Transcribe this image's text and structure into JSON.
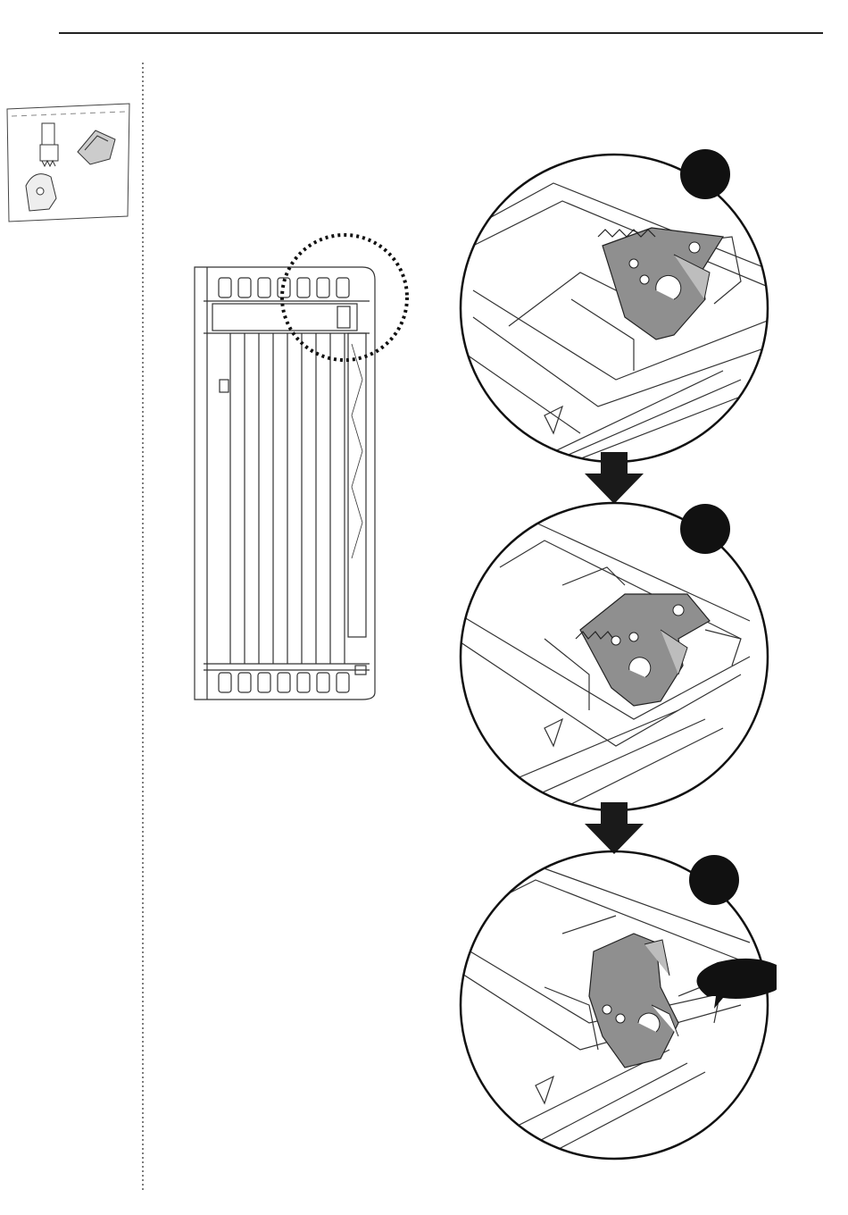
{
  "page": {
    "background": "#ffffff",
    "line_color": "#222222",
    "part_fill": "#8f8f8f",
    "marker_fill": "#111111"
  },
  "thumbnail": {
    "icon": "parts-bag-icon",
    "contents": [
      "hinge-part-icon",
      "catch-part-icon",
      "bracket-part-icon"
    ]
  },
  "overview": {
    "icon": "appliance-top-view-icon",
    "highlight": "detail-highlight-circle"
  },
  "steps": [
    {
      "icon": "hinge-open-detail-icon",
      "marker": "step-marker-badge"
    },
    {
      "icon": "hinge-lowering-detail-icon",
      "marker": "step-marker-badge"
    },
    {
      "icon": "hinge-seated-detail-icon",
      "marker": "step-marker-badge",
      "callout": "callout-bubble"
    }
  ],
  "arrows": [
    "down-arrow-icon",
    "down-arrow-icon"
  ]
}
